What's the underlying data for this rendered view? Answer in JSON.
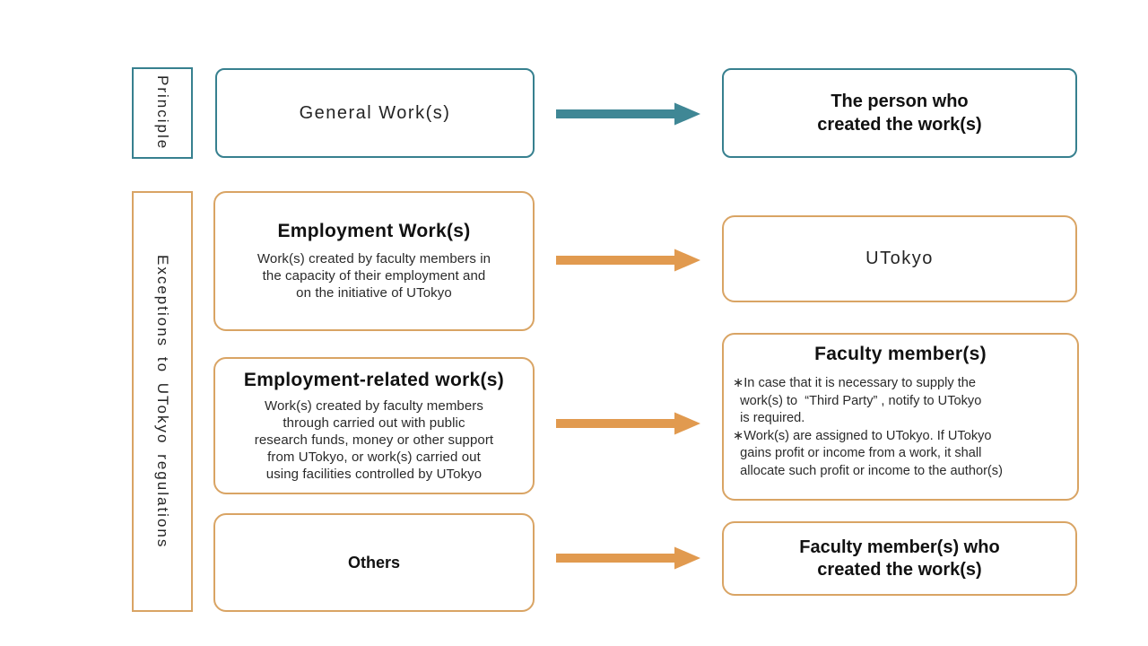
{
  "colors": {
    "teal_border": "#37808F",
    "teal_arrow": "#3F8795",
    "orange_border": "#D9A464",
    "orange_arrow": "#E19A4F"
  },
  "labels": {
    "principle": "Principle",
    "exceptions": "Exceptions to UTokyo regulations"
  },
  "boxes": {
    "general": {
      "title": "General Work(s)"
    },
    "person": {
      "title": "The person who\ncreated the work(s)"
    },
    "employment": {
      "title": "Employment Work(s)",
      "body": "Work(s) created by faculty members in\nthe capacity of their employment and\non the initiative of UTokyo"
    },
    "utokyo": {
      "title": "UTokyo"
    },
    "employment_related": {
      "title": "Employment-related work(s)",
      "body": "Work(s) created by faculty members\nthrough carried out with public\nresearch funds, money or other support\nfrom UTokyo, or work(s) carried out\nusing facilities controlled by UTokyo"
    },
    "faculty": {
      "title": "Faculty member(s)",
      "notes": [
        "∗In case that it is necessary to supply the\n  work(s) to  “Third Party” , notify to UTokyo\n  is required.",
        "∗Work(s) are assigned to UTokyo. If UTokyo\n  gains profit or income from a work, it shall\n  allocate such profit or income to the author(s)"
      ]
    },
    "others": {
      "title": "Others"
    },
    "faculty_created": {
      "title": "Faculty member(s) who\ncreated the work(s)"
    }
  }
}
